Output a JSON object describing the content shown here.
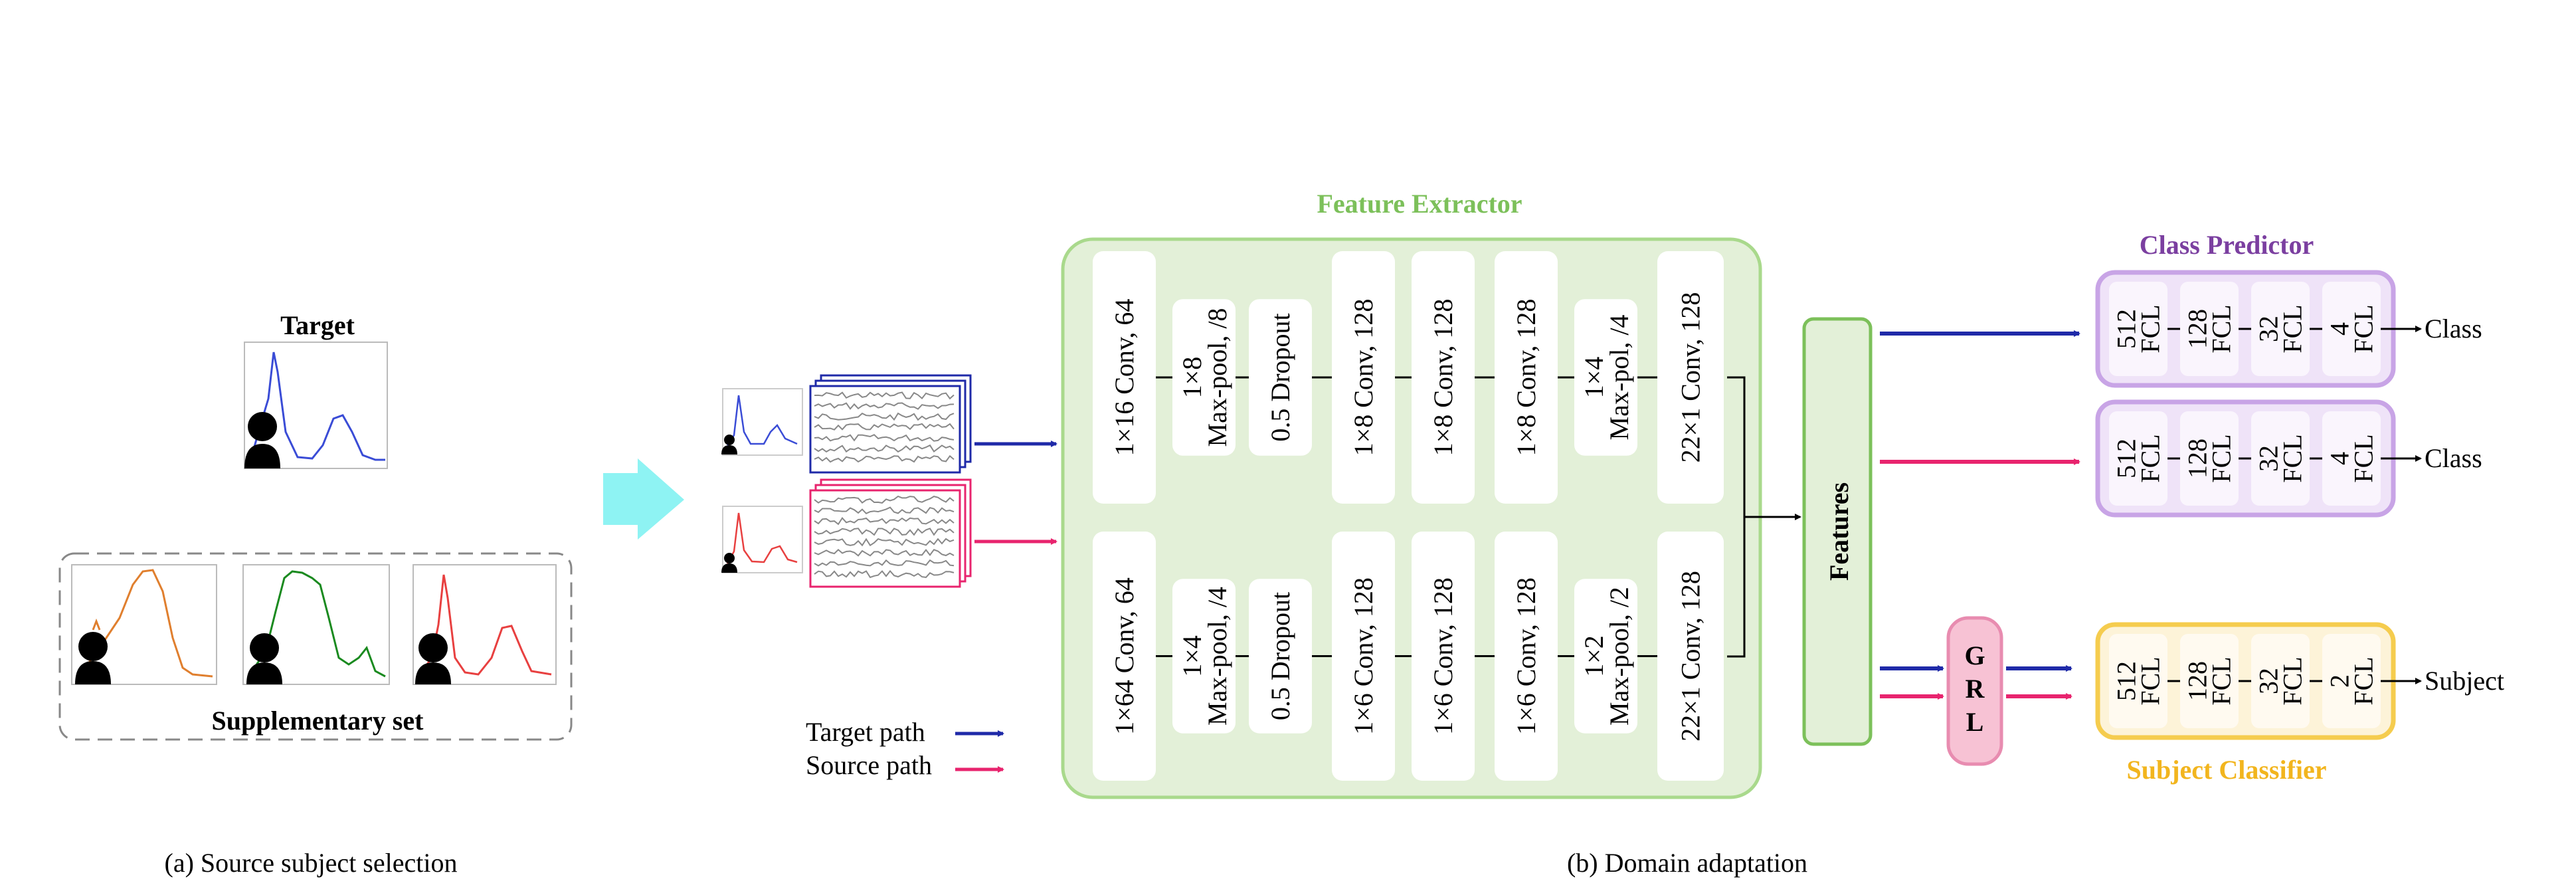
{
  "colors": {
    "blue": "#1f2aa8",
    "pink": "#e8246e",
    "orange": "#e07f2e",
    "green": "#1a8a1f",
    "red": "#e84040",
    "feature_green": "#7cc05a",
    "feature_fill": "#e3f0d8",
    "purple": "#7b3fa0",
    "purple_border": "#c8a4e6",
    "purple_fill": "#efe3f8",
    "yellow": "#f2b51e",
    "yellow_border": "#f5cc4e",
    "yellow_fill": "#fdf3d8",
    "grl_fill": "#f7c2d4",
    "cyan": "#8ef3f3"
  },
  "panel_a": {
    "target_label": "Target",
    "supplementary_label": "Supplementary set",
    "caption": "(a) Source subject selection"
  },
  "panel_b": {
    "caption": "(b) Domain adaptation",
    "legend": {
      "target_path": "Target path",
      "source_path": "Source path"
    },
    "feature_extractor": {
      "title": "Feature Extractor",
      "top_row": [
        "1×16 Conv, 64",
        "1×8|Max-pool, /8",
        "0.5 Dropout",
        "1×8 Conv, 128",
        "1×8 Conv, 128",
        "1×8 Conv, 128",
        "1×4|Max-pol, /4",
        "22×1 Conv, 128"
      ],
      "bottom_row": [
        "1×64 Conv, 64",
        "1×4|Max-pool, /4",
        "0.5 Dropout",
        "1×6 Conv, 128",
        "1×6 Conv, 128",
        "1×6 Conv, 128",
        "1×2|Max-pool, /2",
        "22×1 Conv, 128"
      ]
    },
    "features_label": "Features",
    "class_predictor": {
      "title": "Class Predictor",
      "cells": [
        "512|FCL",
        "128|FCL",
        "32|FCL",
        "4|FCL"
      ],
      "output": "Class"
    },
    "grl_letters": [
      "G",
      "R",
      "L"
    ],
    "subject_classifier": {
      "title": "Subject Classifier",
      "cells": [
        "512|FCL",
        "128|FCL",
        "32|FCL",
        "2|FCL"
      ],
      "output": "Subject"
    }
  }
}
